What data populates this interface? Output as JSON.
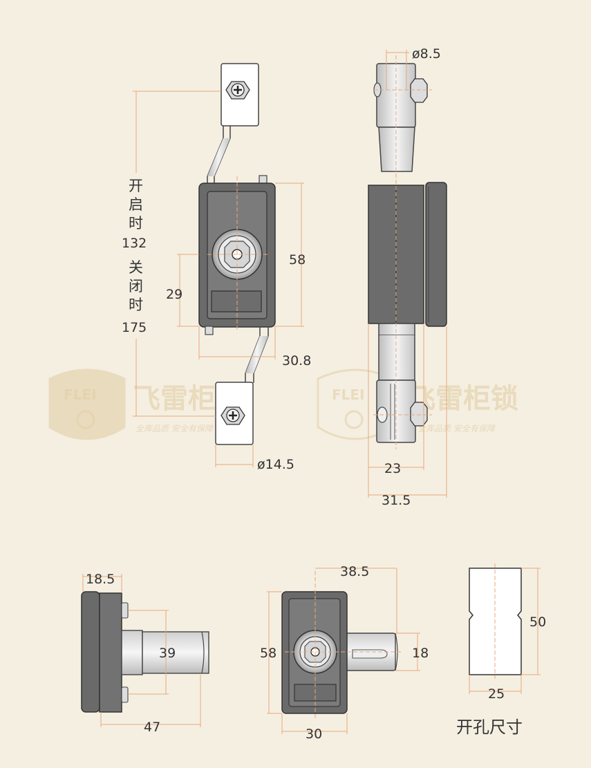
{
  "watermark": {
    "badge_text": "FLEI",
    "brand": "飞雷柜锁",
    "slogan": "全库品质  安全有保障"
  },
  "front_view": {
    "opening_label_lines": [
      "开",
      "启",
      "时"
    ],
    "opening_value": "132",
    "closing_label_lines": [
      "关",
      "闭",
      "时"
    ],
    "closing_value": "175",
    "height": "58",
    "cylinder_offset": "29",
    "width": "30.8",
    "stud_diameter": "ø14.5"
  },
  "side_view": {
    "rod_diameter": "ø8.5",
    "body_depth": "23",
    "total_depth": "31.5"
  },
  "bottom_left_view": {
    "flange": "18.5",
    "tongue": "39",
    "length": "47"
  },
  "bottom_mid_view": {
    "span": "38.5",
    "height": "58",
    "tongue": "18",
    "width": "30"
  },
  "cutout": {
    "height": "50",
    "width": "25",
    "title": "开孔尺寸"
  }
}
